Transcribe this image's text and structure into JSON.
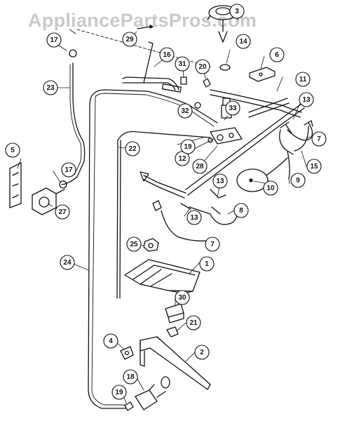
{
  "watermark": "AppliancePartsPros.com",
  "callouts": [
    "1",
    "2",
    "3",
    "4",
    "5",
    "6",
    "7",
    "7",
    "8",
    "9",
    "10",
    "11",
    "12",
    "13",
    "13",
    "13",
    "14",
    "15",
    "16",
    "17",
    "17",
    "18",
    "19",
    "19",
    "20",
    "21",
    "22",
    "23",
    "24",
    "25",
    "27",
    "28",
    "29",
    "30",
    "31",
    "32",
    "33"
  ]
}
